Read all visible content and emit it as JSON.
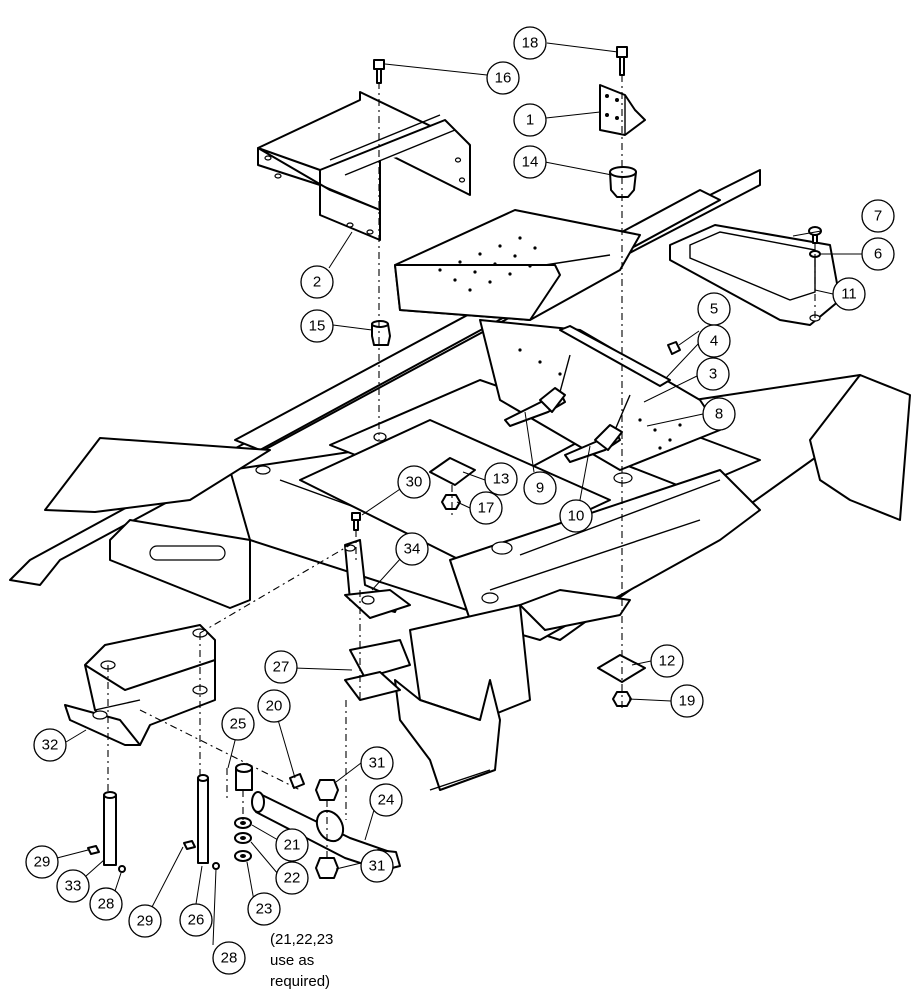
{
  "callouts": [
    {
      "label": "1"
    },
    {
      "label": "2"
    },
    {
      "label": "3"
    },
    {
      "label": "4"
    },
    {
      "label": "5"
    },
    {
      "label": "6"
    },
    {
      "label": "7"
    },
    {
      "label": "8"
    },
    {
      "label": "9"
    },
    {
      "label": "10"
    },
    {
      "label": "11"
    },
    {
      "label": "12"
    },
    {
      "label": "13"
    },
    {
      "label": "14"
    },
    {
      "label": "15"
    },
    {
      "label": "16"
    },
    {
      "label": "17"
    },
    {
      "label": "18"
    },
    {
      "label": "19"
    },
    {
      "label": "20"
    },
    {
      "label": "21"
    },
    {
      "label": "22"
    },
    {
      "label": "23"
    },
    {
      "label": "24"
    },
    {
      "label": "25"
    },
    {
      "label": "26"
    },
    {
      "label": "27"
    },
    {
      "label": "28"
    },
    {
      "label": "28"
    },
    {
      "label": "29"
    },
    {
      "label": "29"
    },
    {
      "label": "30"
    },
    {
      "label": "31"
    },
    {
      "label": "31"
    },
    {
      "label": "32"
    },
    {
      "label": "33"
    },
    {
      "label": "34"
    }
  ],
  "note": {
    "line1": "(21,22,23",
    "line2": "use as",
    "line3": "required)"
  }
}
